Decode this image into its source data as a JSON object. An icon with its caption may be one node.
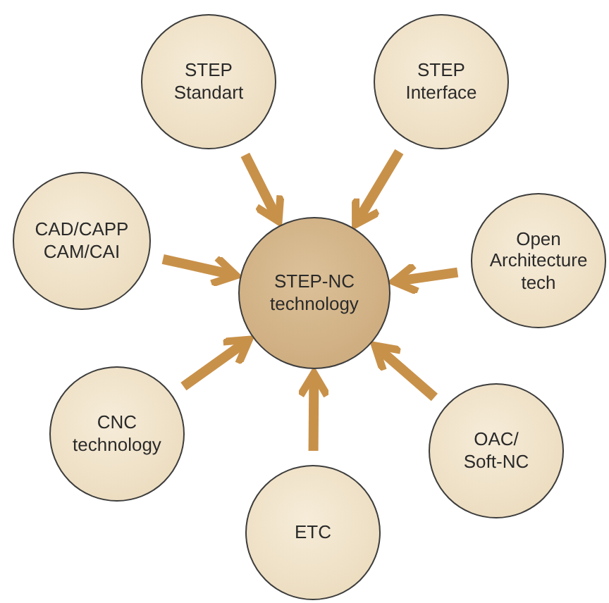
{
  "diagram": {
    "nodes": [
      {
        "text": [
          "STEP-NC technology"
        ]
      },
      {
        "text": [
          "STEP Standart"
        ]
      },
      {
        "text": [
          "STEP Interface"
        ]
      },
      {
        "text": [
          "CAD/CAPP CAM/CAI"
        ]
      },
      {
        "text": [
          "Open Architecture tech"
        ]
      },
      {
        "text": [
          "CNC technology"
        ]
      },
      {
        "text": [
          "ETC"
        ]
      },
      {
        "text": [
          "OAC/ Soft-NC"
        ]
      }
    ],
    "edges": [
      {
        "from": 1,
        "to": 0,
        "arrow": "to"
      },
      {
        "from": 2,
        "to": 0,
        "arrow": "to"
      },
      {
        "from": 3,
        "to": 0,
        "arrow": "to"
      },
      {
        "from": 4,
        "to": 0,
        "arrow": "to"
      },
      {
        "from": 5,
        "to": 0,
        "arrow": "to"
      },
      {
        "from": 6,
        "to": 0,
        "arrow": "to"
      },
      {
        "from": 7,
        "to": 0,
        "arrow": "to"
      }
    ]
  }
}
